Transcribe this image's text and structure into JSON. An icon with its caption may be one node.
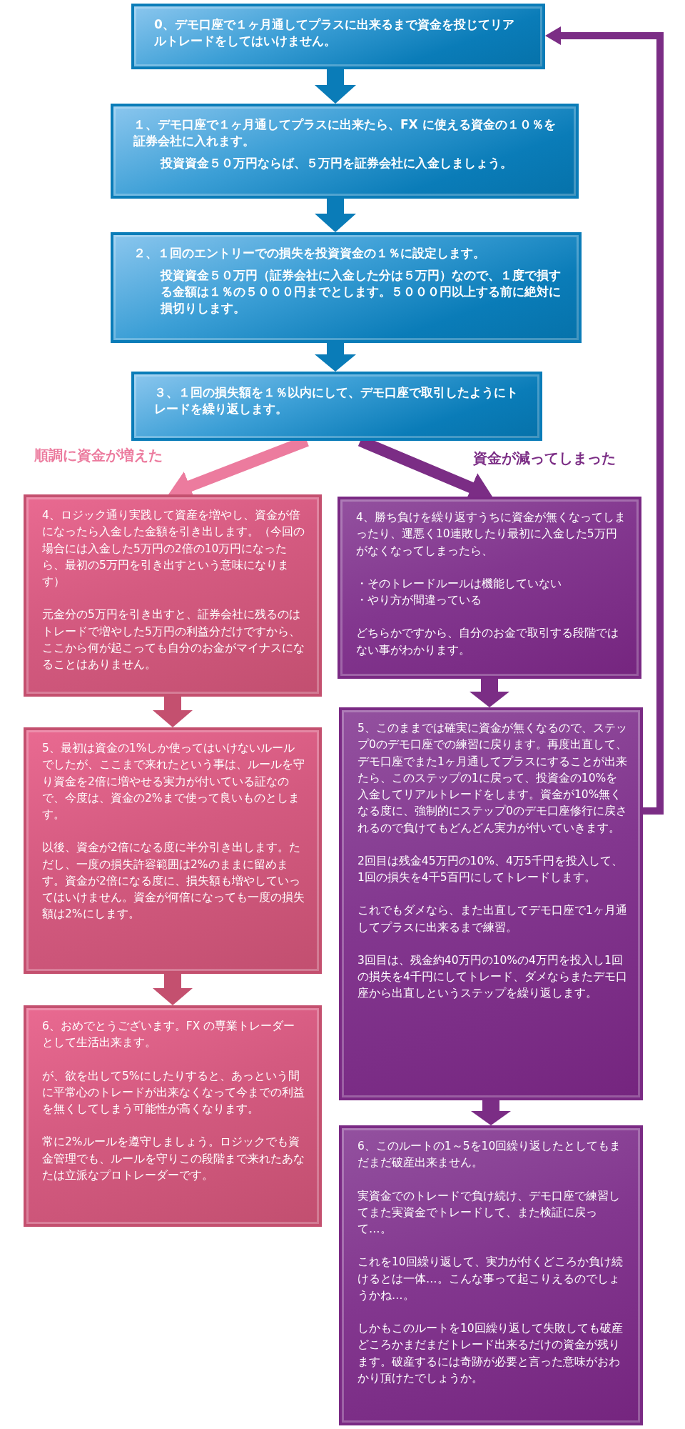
{
  "diagram": {
    "nodes": [
      {
        "text": [
          "0、デモ口座で１ヶ月通してプラスに出来るまで資金を投じてリアルトレードをしてはいけません。"
        ]
      },
      {
        "text": [
          "１、デモ口座で１ヶ月通してプラスに出来たら、FX に使える資金の１０％を証券会社に入れます。",
          "投資資金５０万円ならば、５万円を証券会社に入金しましょう。"
        ]
      },
      {
        "text": [
          "２、１回のエントリーでの損失を投資資金の１％に設定します。",
          "投資資金５０万円（証券会社に入金した分は５万円）なので、１度で損する金額は１％の５０００円までとします。５０００円以上する前に絶対に損切りします。"
        ]
      },
      {
        "text": [
          "３、１回の損失額を１％以内にして、デモ口座で取引したようにトレードを繰り返します。"
        ]
      },
      {
        "text": [
          "4、ロジック通り実践して資産を増やし、資金が倍になったら入金した金額を引き出します。（今回の場合には入金した5万円の2倍の10万円になったら、最初の5万円を引き出すという意味になります）",
          "元金分の5万円を引き出すと、証券会社に残るのはトレードで増やした5万円の利益分だけですから、ここから何が起こっても自分のお金がマイナスになることはありません。"
        ]
      },
      {
        "text": [
          "5、最初は資金の1%しか使ってはいけないルールでしたが、ここまで来れたという事は、ルールを守り資金を2倍に増やせる実力が付いている証なので、今度は、資金の2%まで使って良いものとします。",
          "以後、資金が2倍になる度に半分引き出します。ただし、一度の損失許容範囲は2%のままに留めます。資金が2倍になる度に、損失額も増やしていってはいけません。資金が何倍になっても一度の損失額は2%にします。"
        ]
      },
      {
        "text": [
          "6、おめでとうございます。FX の専業トレーダーとして生活出来ます。",
          "が、欲を出して5%にしたりすると、あっという間に平常心のトレードが出来なくなって今までの利益を無くしてしまう可能性が高くなります。",
          "常に2%ルールを遵守しましょう。ロジックでも資金管理でも、ルールを守りこの段階まで来れたあなたは立派なプロトレーダーです。"
        ]
      },
      {
        "text": [
          "4、勝ち負けを繰り返すうちに資金が無くなってしまったり、運悪く10連敗したり最初に入金した5万円がなくなってしまったら、",
          "・そのトレードルールは機能していない",
          "・やり方が間違っている",
          "どちらかですから、自分のお金で取引する段階ではない事がわかります。"
        ]
      },
      {
        "text": [
          "5、このままでは確実に資金が無くなるので、ステップ0のデモ口座での練習に戻ります。再度出直して、デモ口座でまた1ヶ月通してプラスにすることが出来たら、このステップの1に戻って、投資金の10%を入金してリアルトレードをします。資金が10%無くなる度に、強制的にステップ0のデモ口座修行に戻されるので負けてもどんどん実力が付いていきます。",
          "2回目は残金45万円の10%、4万5千円を投入して、1回の損失を4千5百円にしてトレードします。",
          "これでもダメなら、また出直してデモ口座で1ヶ月通してプラスに出来るまで練習。",
          "3回目は、残金約40万円の10%の4万円を投入し1回の損失を4千円にしてトレード、ダメならまたデモ口座から出直しというステップを繰り返します。"
        ]
      },
      {
        "text": [
          "6、このルートの1～5を10回繰り返したとしてもまだまだ破産出来ません。",
          "実資金でのトレードで負け続け、デモ口座で練習してまた実資金でトレードして、また検証に戻って…。",
          "これを10回繰り返して、実力が付くどころか負け続けるとは一体…。こんな事って起こりえるのでしょうかね…。",
          "しかもこのルートを10回繰り返して失敗しても破産どころかまだまだトレード出来るだけの資金が残ります。破産するには奇跡が必要と言った意味がおわかり頂けたでしょうか。"
        ]
      }
    ],
    "edges": [
      {
        "from": 0,
        "to": 1,
        "arrow": "to",
        "color": "#0a7cb8"
      },
      {
        "from": 1,
        "to": 2,
        "arrow": "to",
        "color": "#0a7cb8"
      },
      {
        "from": 2,
        "to": 3,
        "arrow": "to",
        "color": "#0a7cb8"
      },
      {
        "from": 3,
        "to": 4,
        "arrow": "to",
        "label": "順調に資金が増えた",
        "color": "#ec7b9e"
      },
      {
        "from": 3,
        "to": 7,
        "arrow": "to",
        "label": "資金が減ってしまった"
      },
      {
        "from": 4,
        "to": 5,
        "arrow": "to",
        "color": "#c4506f"
      },
      {
        "from": 5,
        "to": 6,
        "arrow": "to",
        "color": "#c4506f"
      },
      {
        "from": 7,
        "to": 8,
        "arrow": "to"
      },
      {
        "from": 8,
        "to": 9,
        "arrow": "to"
      },
      {
        "from": 8,
        "to": 0,
        "arrow": "to"
      }
    ]
  }
}
